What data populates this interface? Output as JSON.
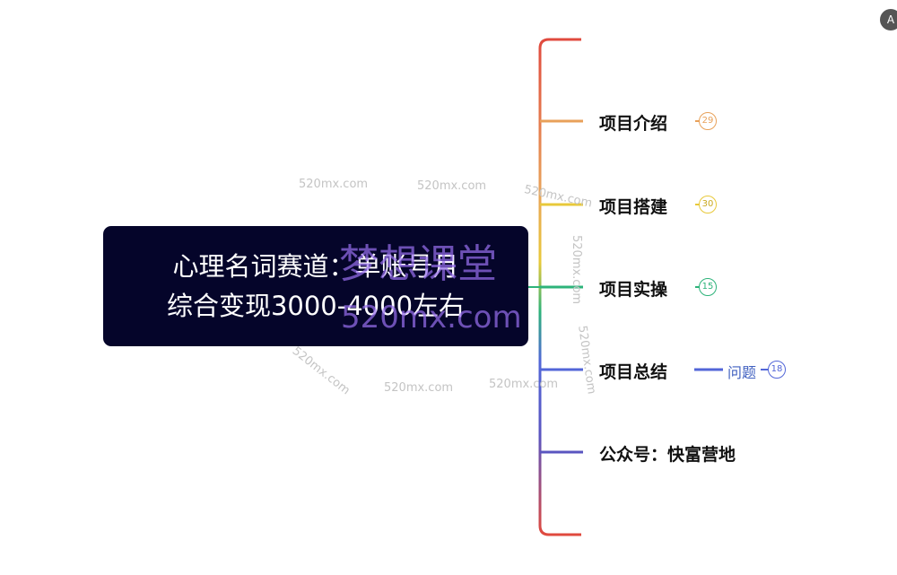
{
  "root": {
    "line1": "心理名词赛道：单账号月",
    "line2": "综合变现3000-4000左右"
  },
  "branches": [
    {
      "label": "项目介绍",
      "count": "29",
      "color": "#e8a15a"
    },
    {
      "label": "项目搭建",
      "count": "30",
      "color": "#e8c93a"
    },
    {
      "label": "项目实操",
      "count": "15",
      "color": "#2db37a"
    },
    {
      "label": "项目总结",
      "color": "#5266d8",
      "child": {
        "label": "问题",
        "count": "18"
      }
    },
    {
      "label": "公众号：快富营地",
      "color": "#5a55c0"
    }
  ],
  "bracket_colors": {
    "top": "#e04a3e",
    "bottom": "#e04a3e"
  },
  "watermark": {
    "site": "520mx.com",
    "brand": "梦想课堂"
  },
  "toolbar": {
    "corner_icon_glyph": "A"
  }
}
